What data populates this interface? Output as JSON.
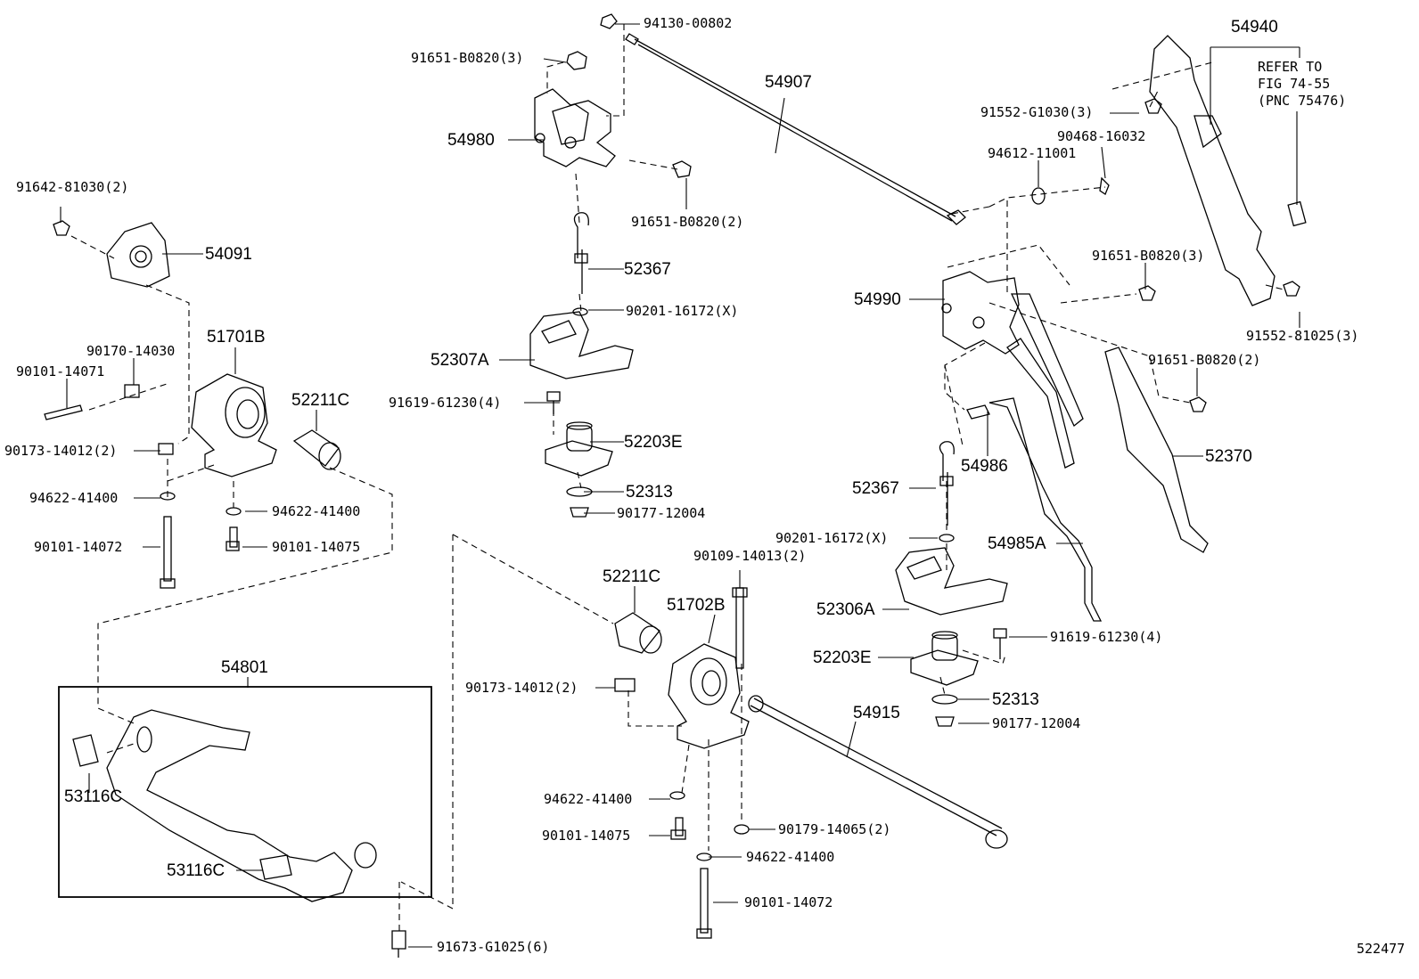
{
  "labels": {
    "p94130": "94130-00802",
    "p91651_a": "91651-B0820(3)",
    "p54907": "54907",
    "p54980": "54980",
    "p91651_b": "91651-B0820(2)",
    "p52367_a": "52367",
    "p90201_a": "90201-16172(X)",
    "p52307A": "52307A",
    "p91619_a": "91619-61230(4)",
    "p52203E_a": "52203E",
    "p52313_a": "52313",
    "p90177_a": "90177-12004",
    "p91642": "91642-81030(2)",
    "p54091": "54091",
    "p51701B": "51701B",
    "p90170": "90170-14030",
    "p90101_14071": "90101-14071",
    "p52211C_a": "52211C",
    "p90173_a": "90173-14012(2)",
    "p94622_a": "94622-41400",
    "p94622_b": "94622-41400",
    "p90101_14072_a": "90101-14072",
    "p90101_14075_a": "90101-14075",
    "p54801": "54801",
    "p53116C_a": "53116C",
    "p53116C_b": "53116C",
    "p91673": "91673-G1025(6)",
    "p52211C_b": "52211C",
    "p51702B": "51702B",
    "p90109": "90109-14013(2)",
    "p90173_b": "90173-14012(2)",
    "p94622_c": "94622-41400",
    "p90101_14075_b": "90101-14075",
    "p90179": "90179-14065(2)",
    "p94622_d": "94622-41400",
    "p90101_14072_b": "90101-14072",
    "p54915": "54915",
    "p54940": "54940",
    "p91552_a": "91552-G1030(3)",
    "p90468": "90468-16032",
    "p94612": "94612-11001",
    "p91651_c": "91651-B0820(3)",
    "p54990": "54990",
    "p91552_b": "91552-81025(3)",
    "p91651_d": "91651-B0820(2)",
    "p54986": "54986",
    "p52370": "52370",
    "p52367_b": "52367",
    "p90201_b": "90201-16172(X)",
    "p54985A": "54985A",
    "p52306A": "52306A",
    "p91619_b": "91619-61230(4)",
    "p52203E_b": "52203E",
    "p52313_b": "52313",
    "p90177_b": "90177-12004"
  },
  "note": "REFER TO\nFIG 74-55\n(PNC 75476)",
  "figure_number": "522477"
}
